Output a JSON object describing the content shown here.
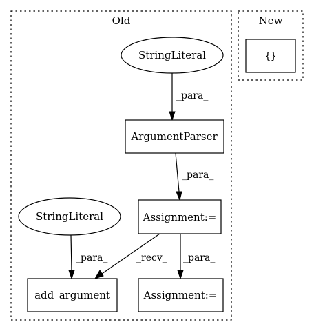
{
  "clusters": {
    "old": {
      "label": "Old"
    },
    "new": {
      "label": "New"
    }
  },
  "nodes": {
    "string_literal_top": {
      "label": "StringLiteral",
      "shape": "ellipse"
    },
    "argument_parser": {
      "label": "ArgumentParser",
      "shape": "box"
    },
    "assignment_mid": {
      "label": "Assignment:=",
      "shape": "box"
    },
    "string_literal_left": {
      "label": "StringLiteral",
      "shape": "ellipse"
    },
    "add_argument": {
      "label": "add_argument",
      "shape": "box"
    },
    "assignment_bottom": {
      "label": "Assignment:=",
      "shape": "box"
    },
    "new_node": {
      "label": "{}",
      "shape": "box"
    }
  },
  "edges": [
    {
      "from": "string_literal_top",
      "to": "argument_parser",
      "label": "_para_"
    },
    {
      "from": "argument_parser",
      "to": "assignment_mid",
      "label": "_para_"
    },
    {
      "from": "string_literal_left",
      "to": "add_argument",
      "label": "_para_"
    },
    {
      "from": "assignment_mid",
      "to": "add_argument",
      "label": "_recv_"
    },
    {
      "from": "assignment_mid",
      "to": "assignment_bottom",
      "label": "_para_"
    }
  ]
}
